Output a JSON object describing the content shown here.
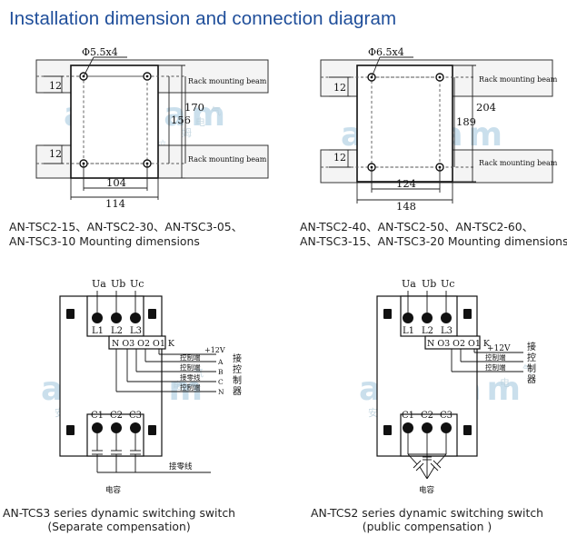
{
  "title": "Installation dimension and connection diagram",
  "watermark": {
    "brand": "anklam",
    "cn": [
      "安",
      "克",
      "拉",
      "姆",
      "电",
      "气"
    ]
  },
  "mount_left": {
    "hole_label": "Φ5.5x4",
    "beam_label": "Rack mounting beam",
    "dim_12": "12",
    "dim_170": "170",
    "dim_156": "156",
    "dim_104": "104",
    "dim_114": "114",
    "caption_line1": "AN-TSC2-15、AN-TSC2-30、AN-TSC3-05、",
    "caption_line2": "AN-TSC3-10 Mounting dimensions"
  },
  "mount_right": {
    "hole_label": "Φ6.5x4",
    "beam_label": "Rack mounting beam",
    "dim_12": "12",
    "dim_204": "204",
    "dim_189": "189",
    "dim_124": "124",
    "dim_148": "148",
    "caption_line1": "AN-TSC2-40、AN-TSC2-50、AN-TSC2-60、",
    "caption_line2": "AN-TSC3-15、AN-TSC3-20 Mounting dimensions"
  },
  "wiring_left": {
    "inputs": [
      "Ua",
      "Ub",
      "Uc"
    ],
    "top_terms": [
      "L1",
      "L2",
      "L3"
    ],
    "ctrl_terms": "N O3 O2 O1 K",
    "plus12v": "+12V",
    "ctrl_lines": [
      "控制端",
      "控制端",
      "接零线",
      "控制端"
    ],
    "ctrl_letters": [
      "A",
      "B",
      "C",
      "N"
    ],
    "controller": [
      "接",
      "控",
      "制",
      "器"
    ],
    "bottom_terms": [
      "C1",
      "C2",
      "C3"
    ],
    "neutral": "接零线",
    "capacitor": "电容",
    "caption_line1": "AN-TCS3 series dynamic switching switch",
    "caption_line2": "(Separate compensation)"
  },
  "wiring_right": {
    "inputs": [
      "Ua",
      "Ub",
      "Uc"
    ],
    "top_terms": [
      "L1",
      "L2",
      "L3"
    ],
    "ctrl_terms": "N O3 O2 O1 K",
    "plus12v": "+12V",
    "ctrl_lines": [
      "控制端",
      "控制端"
    ],
    "controller": [
      "接",
      "控",
      "制",
      "器"
    ],
    "bottom_terms": [
      "C1",
      "C2",
      "C3"
    ],
    "capacitor": "电容",
    "caption_line1": "AN-TCS2 series dynamic switching switch",
    "caption_line2": "(public compensation )"
  }
}
